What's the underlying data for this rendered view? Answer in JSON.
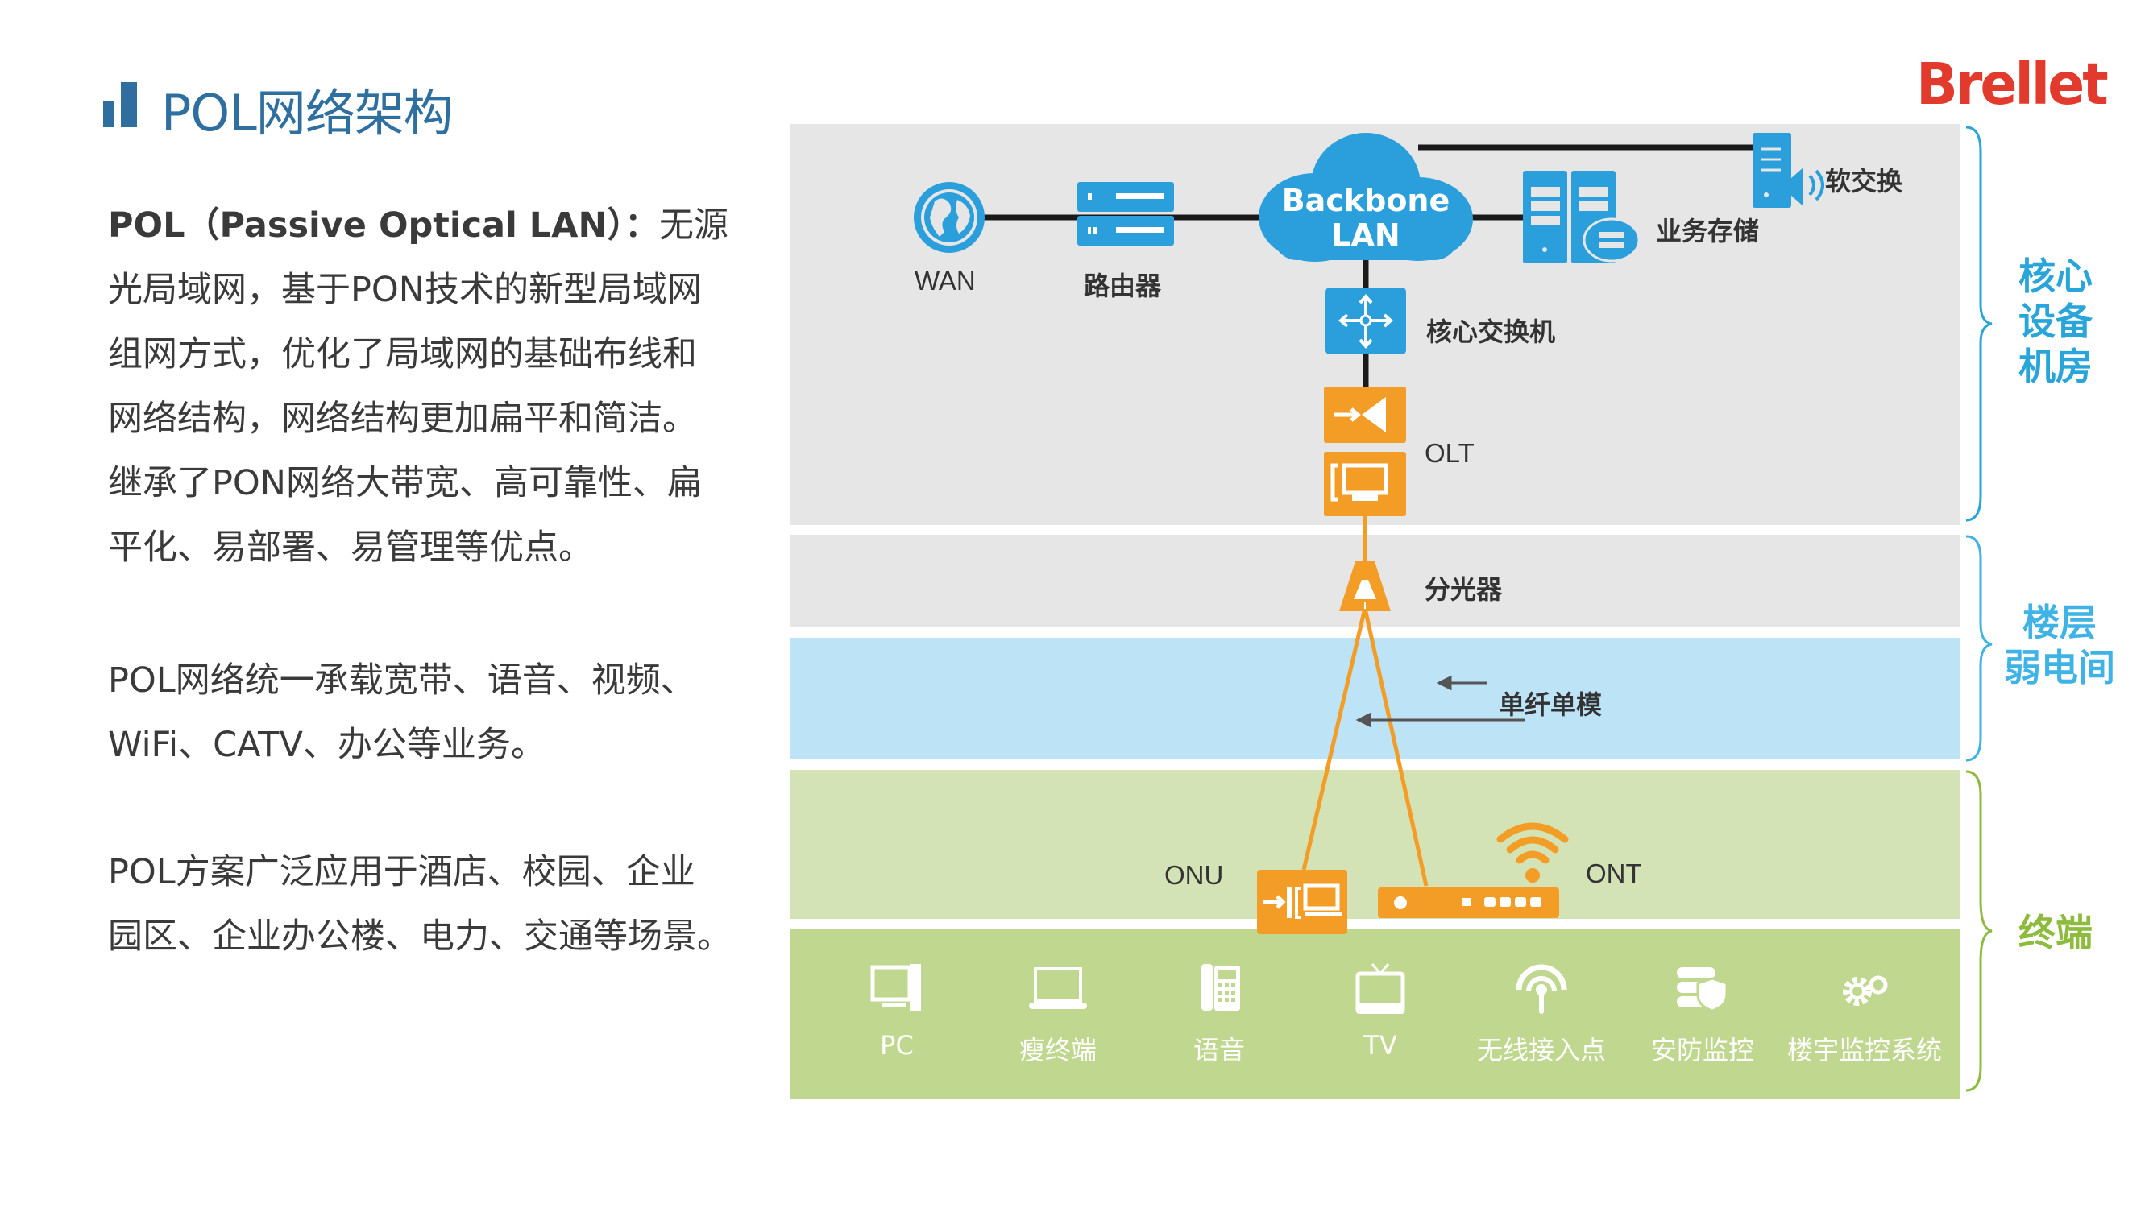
{
  "header": {
    "title": "POL网络架构",
    "logo": "Brellet"
  },
  "intro": {
    "term": "POL（Passive Optical LAN）：",
    "lines": [
      "无源",
      "光局域网，基于PON技术的新型局域网",
      "组网方式，优化了局域网的基础布线和",
      "网络结构，网络结构更加扁平和简洁。",
      "继承了PON网络大带宽、高可靠性、扁",
      "平化、易部署、易管理等优点。"
    ]
  },
  "services": {
    "lines": [
      "POL网络统一承载宽带、语音、视频、",
      "WiFi、CATV、办公等业务。"
    ]
  },
  "scenarios": {
    "lines": [
      "POL方案广泛应用于酒店、校园、企业",
      "园区、企业办公楼、电力、交通等场景。"
    ]
  },
  "diagram": {
    "colors": {
      "core_band": "#e6e6e6",
      "floor_band": "#e6e6e6",
      "fiber_band": "#bde3f7",
      "ont_band": "#d4e3b6",
      "terminal_band": "#bfd78e",
      "blue_device": "#2a9fdc",
      "orange_device": "#f39c26",
      "core_label": "#2aa5d9",
      "floor_label": "#3fb2e6",
      "terminal_label": "#8dbb3e"
    },
    "nodes": {
      "wan": "WAN",
      "router": "路由器",
      "backbone_line1": "Backbone",
      "backbone_line2": "LAN",
      "storage": "业务存储",
      "softswitch": "软交换",
      "core_switch": "核心交换机",
      "olt": "OLT",
      "splitter": "分光器",
      "fiber": "单纤单模",
      "onu": "ONU",
      "ont": "ONT"
    },
    "zones": {
      "core": [
        "核心",
        "设备",
        "机房"
      ],
      "floor": [
        "楼层",
        "弱电间"
      ],
      "terminal": [
        "终端"
      ]
    },
    "terminals": [
      {
        "label": "PC",
        "icon": "pc-icon"
      },
      {
        "label": "瘦终端",
        "icon": "thin-client-icon"
      },
      {
        "label": "语音",
        "icon": "phone-icon"
      },
      {
        "label": "TV",
        "icon": "tv-icon"
      },
      {
        "label": "无线接入点",
        "icon": "wifi-ap-icon"
      },
      {
        "label": "安防监控",
        "icon": "security-monitor-icon"
      },
      {
        "label": "楼宇监控系统",
        "icon": "gears-icon"
      }
    ]
  }
}
